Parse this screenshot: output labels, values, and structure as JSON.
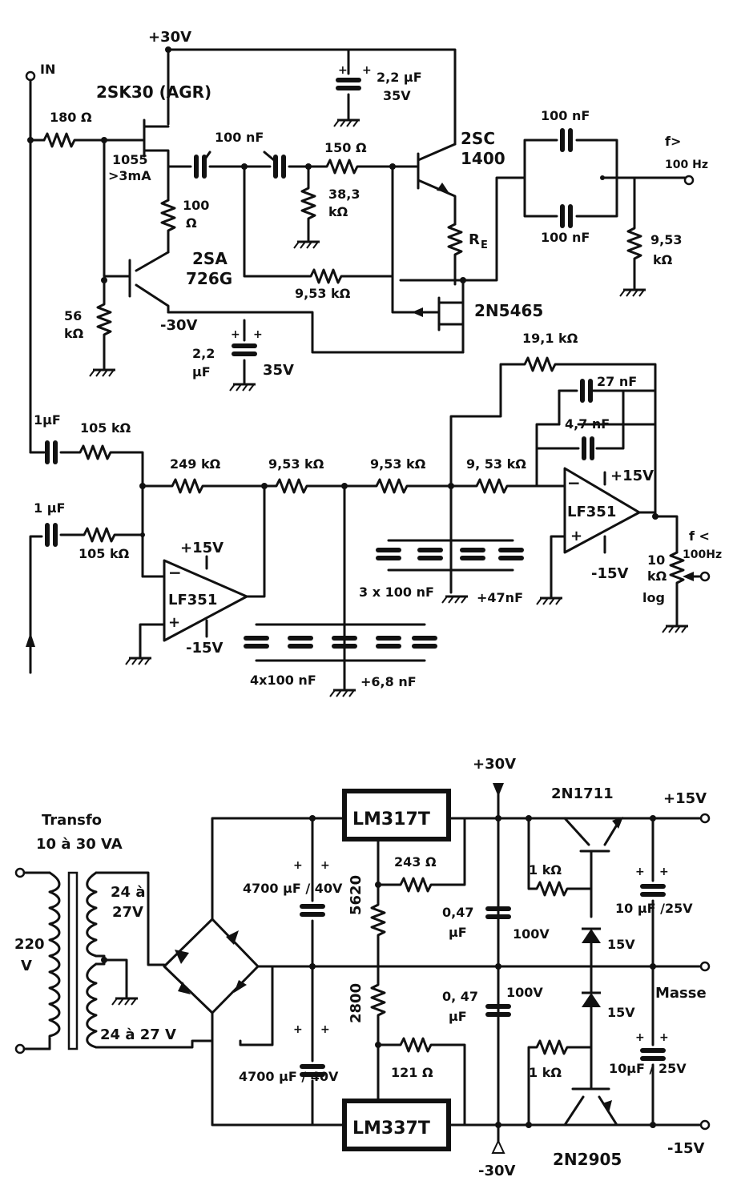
{
  "filter": {
    "in": "IN",
    "vplus30": "+30V",
    "vminus30": "-30V",
    "r180": "180 Ω",
    "jfet": "2SK30 (AGR)",
    "jfet_sel1": "1055",
    "jfet_sel2": ">3mA",
    "r100a": "100",
    "r100b": "Ω",
    "pnp": "2SA",
    "pnp2": "726G",
    "r56a": "56",
    "r56b": "kΩ",
    "c22a": "2,2",
    "c22b": "μF",
    "c22v": "35V",
    "ctop1": "2,2 μF",
    "ctop2": "35V",
    "c100a": "100 nF",
    "r150": "150 Ω",
    "r383a": "38,3",
    "r383b": "kΩ",
    "npn1": "2SC",
    "npn2": "1400",
    "re": "R",
    "re_sub": "E",
    "r953fb": "9,53 kΩ",
    "jfet2": "2N5465",
    "hp_c1": "100 nF",
    "hp_c2": "100 nF",
    "hp_out1": "f>",
    "hp_out2": "100 Hz",
    "hp_r1": "9,53",
    "hp_r2": "kΩ",
    "r191": "19,1 kΩ",
    "c27": "27 nF",
    "c47": "4,7 nF",
    "in_c1": "1μF",
    "in_r1": "105 kΩ",
    "in_c2": "1 μF",
    "in_r2": "105 kΩ",
    "r249": "249 kΩ",
    "r953a": "9,53 kΩ",
    "r953b": "9,53 kΩ",
    "r953c": "9, 53 kΩ",
    "op_name": "LF351",
    "op_vp": "+15V",
    "op_vn": "-15V",
    "op_minus": "−",
    "op_plus": "+",
    "cap_bank1": "4x100 nF",
    "cap_bank1b": "+6,8 nF",
    "cap_bank2": "3 x 100 nF",
    "cap_bank2b": "+47nF",
    "pot1": "10",
    "pot2": "kΩ",
    "pot3": "log",
    "lp_out1": "f <",
    "lp_out2": "100Hz"
  },
  "psu": {
    "transfo1": "Transfo",
    "transfo2": "10 à 30 VA",
    "mains1": "220",
    "mains2": "V",
    "sec1a": "24 à",
    "sec1b": "27V",
    "sec2": "24 à 27 V",
    "cbig1": "4700 μF / 40V",
    "cbig2": "4700 μF / 40V",
    "reg1": "LM317T",
    "reg2": "LM337T",
    "r243": "243 Ω",
    "r121": "121 Ω",
    "p5620": "5620",
    "p2800": "2800",
    "vp30": "+30V",
    "vn30": "-30V",
    "c047a": "0,47",
    "c047b": "μF",
    "c100v": "100V",
    "c047c": "0, 47",
    "c047d": "μF",
    "c100v2": "100V",
    "npn": "2N1711",
    "pnp": "2N2905",
    "r1k": "1 kΩ",
    "r1k2": "1 kΩ",
    "z15a": "15V",
    "z15b": "15V",
    "c10a": "10 μF /25V",
    "c10b": "10μF / 25V",
    "out_p": "+15V",
    "out_g": "Masse",
    "out_n": "-15V"
  }
}
